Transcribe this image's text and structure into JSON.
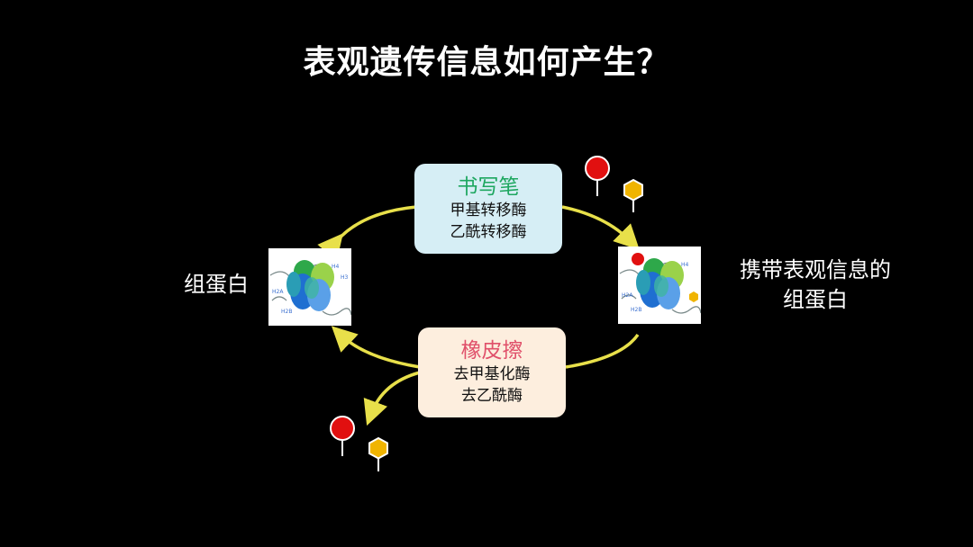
{
  "title": "表观遗传信息如何产生？",
  "left_label": "组蛋白",
  "right_label_lines": [
    "携带表观信息的",
    "组蛋白"
  ],
  "writer": {
    "title": "书写笔",
    "lines": [
      "甲基转移酶",
      "乙酰转移酶"
    ]
  },
  "eraser": {
    "title": "橡皮擦",
    "lines": [
      "去甲基化酶",
      "去乙酰酶"
    ]
  },
  "nucleosome_labels": {
    "h4": "H4",
    "h3": "H3",
    "h2a": "H2A",
    "h2b": "H2B"
  },
  "colors": {
    "arrow": "#e8e04a",
    "writer_title": "#1ea760",
    "eraser_title": "#e0506a",
    "methyl_mark": "#e11010",
    "acetyl_mark": "#f0b400"
  }
}
